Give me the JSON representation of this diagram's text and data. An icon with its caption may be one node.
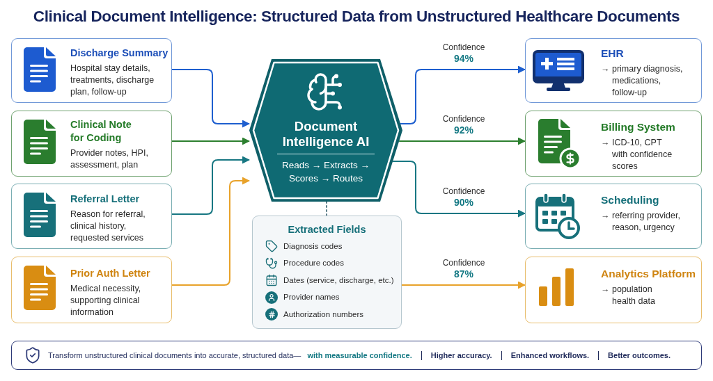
{
  "diagram": {
    "title": "Clinical Document Intelligence: Structured Data from Unstructured Healthcare Documents",
    "nodes": [
      {
        "text": [
          "Discharge Summary",
          "Hospital stay details, treatments, discharge plan, follow-up"
        ]
      },
      {
        "text": [
          "Clinical Note for Coding",
          "Provider notes, HPI, assessment, plan"
        ]
      },
      {
        "text": [
          "Referral Letter",
          "Reason for referral, clinical history, requested services"
        ]
      },
      {
        "text": [
          "Prior Auth Letter",
          "Medical necessity, supporting clinical information"
        ]
      },
      {
        "text": [
          "Document Intelligence AI",
          "Reads → Extracts → Scores → Routes"
        ]
      },
      {
        "text": [
          "Extracted Fields",
          "Diagnosis codes",
          "Procedure codes",
          "Dates (service, discharge, etc.)",
          "Provider names",
          "Authorization numbers"
        ]
      },
      {
        "text": [
          "EHR",
          "→ primary diagnosis, medications, follow-up"
        ]
      },
      {
        "text": [
          "Billing System",
          "→ ICD-10, CPT with confidence scores"
        ]
      },
      {
        "text": [
          "Scheduling",
          "→ referring provider, reason, urgency"
        ]
      },
      {
        "text": [
          "Analytics Platform",
          "→ population health data"
        ]
      },
      {
        "text": [
          "Transform unstructured clinical documents into accurate, structured data— **with measurable confidence.**",
          "Higher accuracy.",
          "Enhanced workflows.",
          "Better outcomes."
        ]
      }
    ],
    "edges": [
      {
        "from": 0,
        "to": 4,
        "arrow": "to",
        "color": "#1e5fcf"
      },
      {
        "from": 1,
        "to": 4,
        "arrow": "to",
        "color": "#2c7f2f"
      },
      {
        "from": 2,
        "to": 4,
        "arrow": "to",
        "color": "#177782"
      },
      {
        "from": 3,
        "to": 4,
        "arrow": "to",
        "color": "#e8a22a"
      },
      {
        "from": 4,
        "to": 5,
        "arrow": "none",
        "style": "dashed",
        "color": "#5b7d88"
      },
      {
        "from": 4,
        "to": 6,
        "arrow": "to",
        "label": "Confidence **94%**",
        "color": "#1e5fcf"
      },
      {
        "from": 4,
        "to": 7,
        "arrow": "to",
        "label": "Confidence **92%**",
        "color": "#2c7f2f"
      },
      {
        "from": 4,
        "to": 8,
        "arrow": "to",
        "label": "Confidence **90%**",
        "color": "#177782"
      },
      {
        "from": 5,
        "to": 9,
        "arrow": "to",
        "label": "Confidence **87%**",
        "color": "#e8a22a"
      }
    ]
  }
}
